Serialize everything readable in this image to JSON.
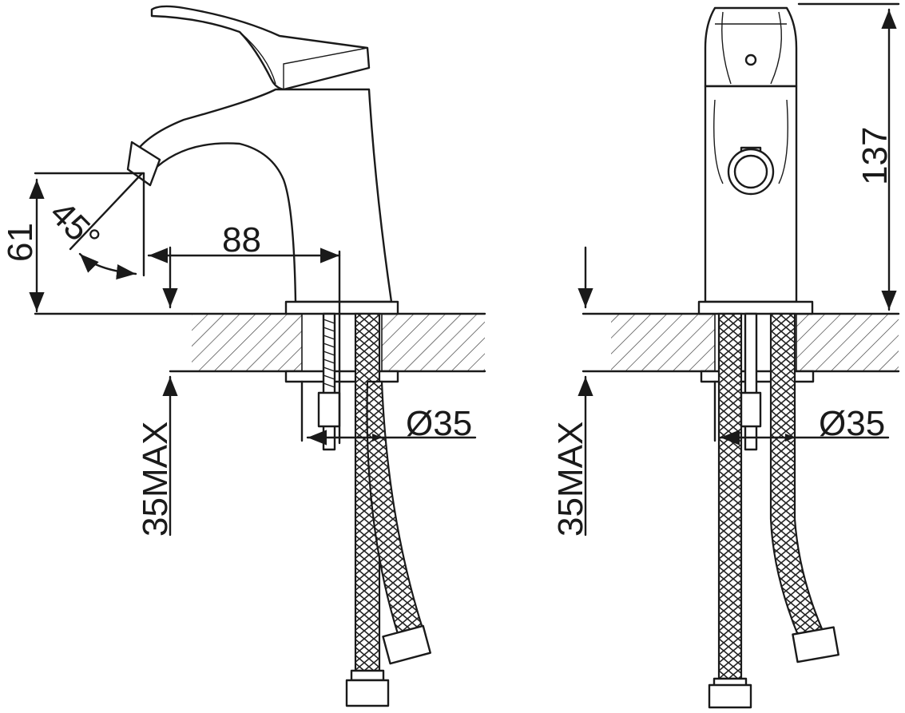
{
  "side_view": {
    "height_label": "61",
    "angle_label": "45°",
    "reach_label": "88",
    "counter_max_label": "35MAX",
    "hole_diameter_label": "Ø35"
  },
  "front_view": {
    "height_label": "137",
    "counter_max_label": "35MAX",
    "hole_diameter_label": "Ø35"
  },
  "colors": {
    "line": "#1a1a1a",
    "background": "#ffffff"
  }
}
